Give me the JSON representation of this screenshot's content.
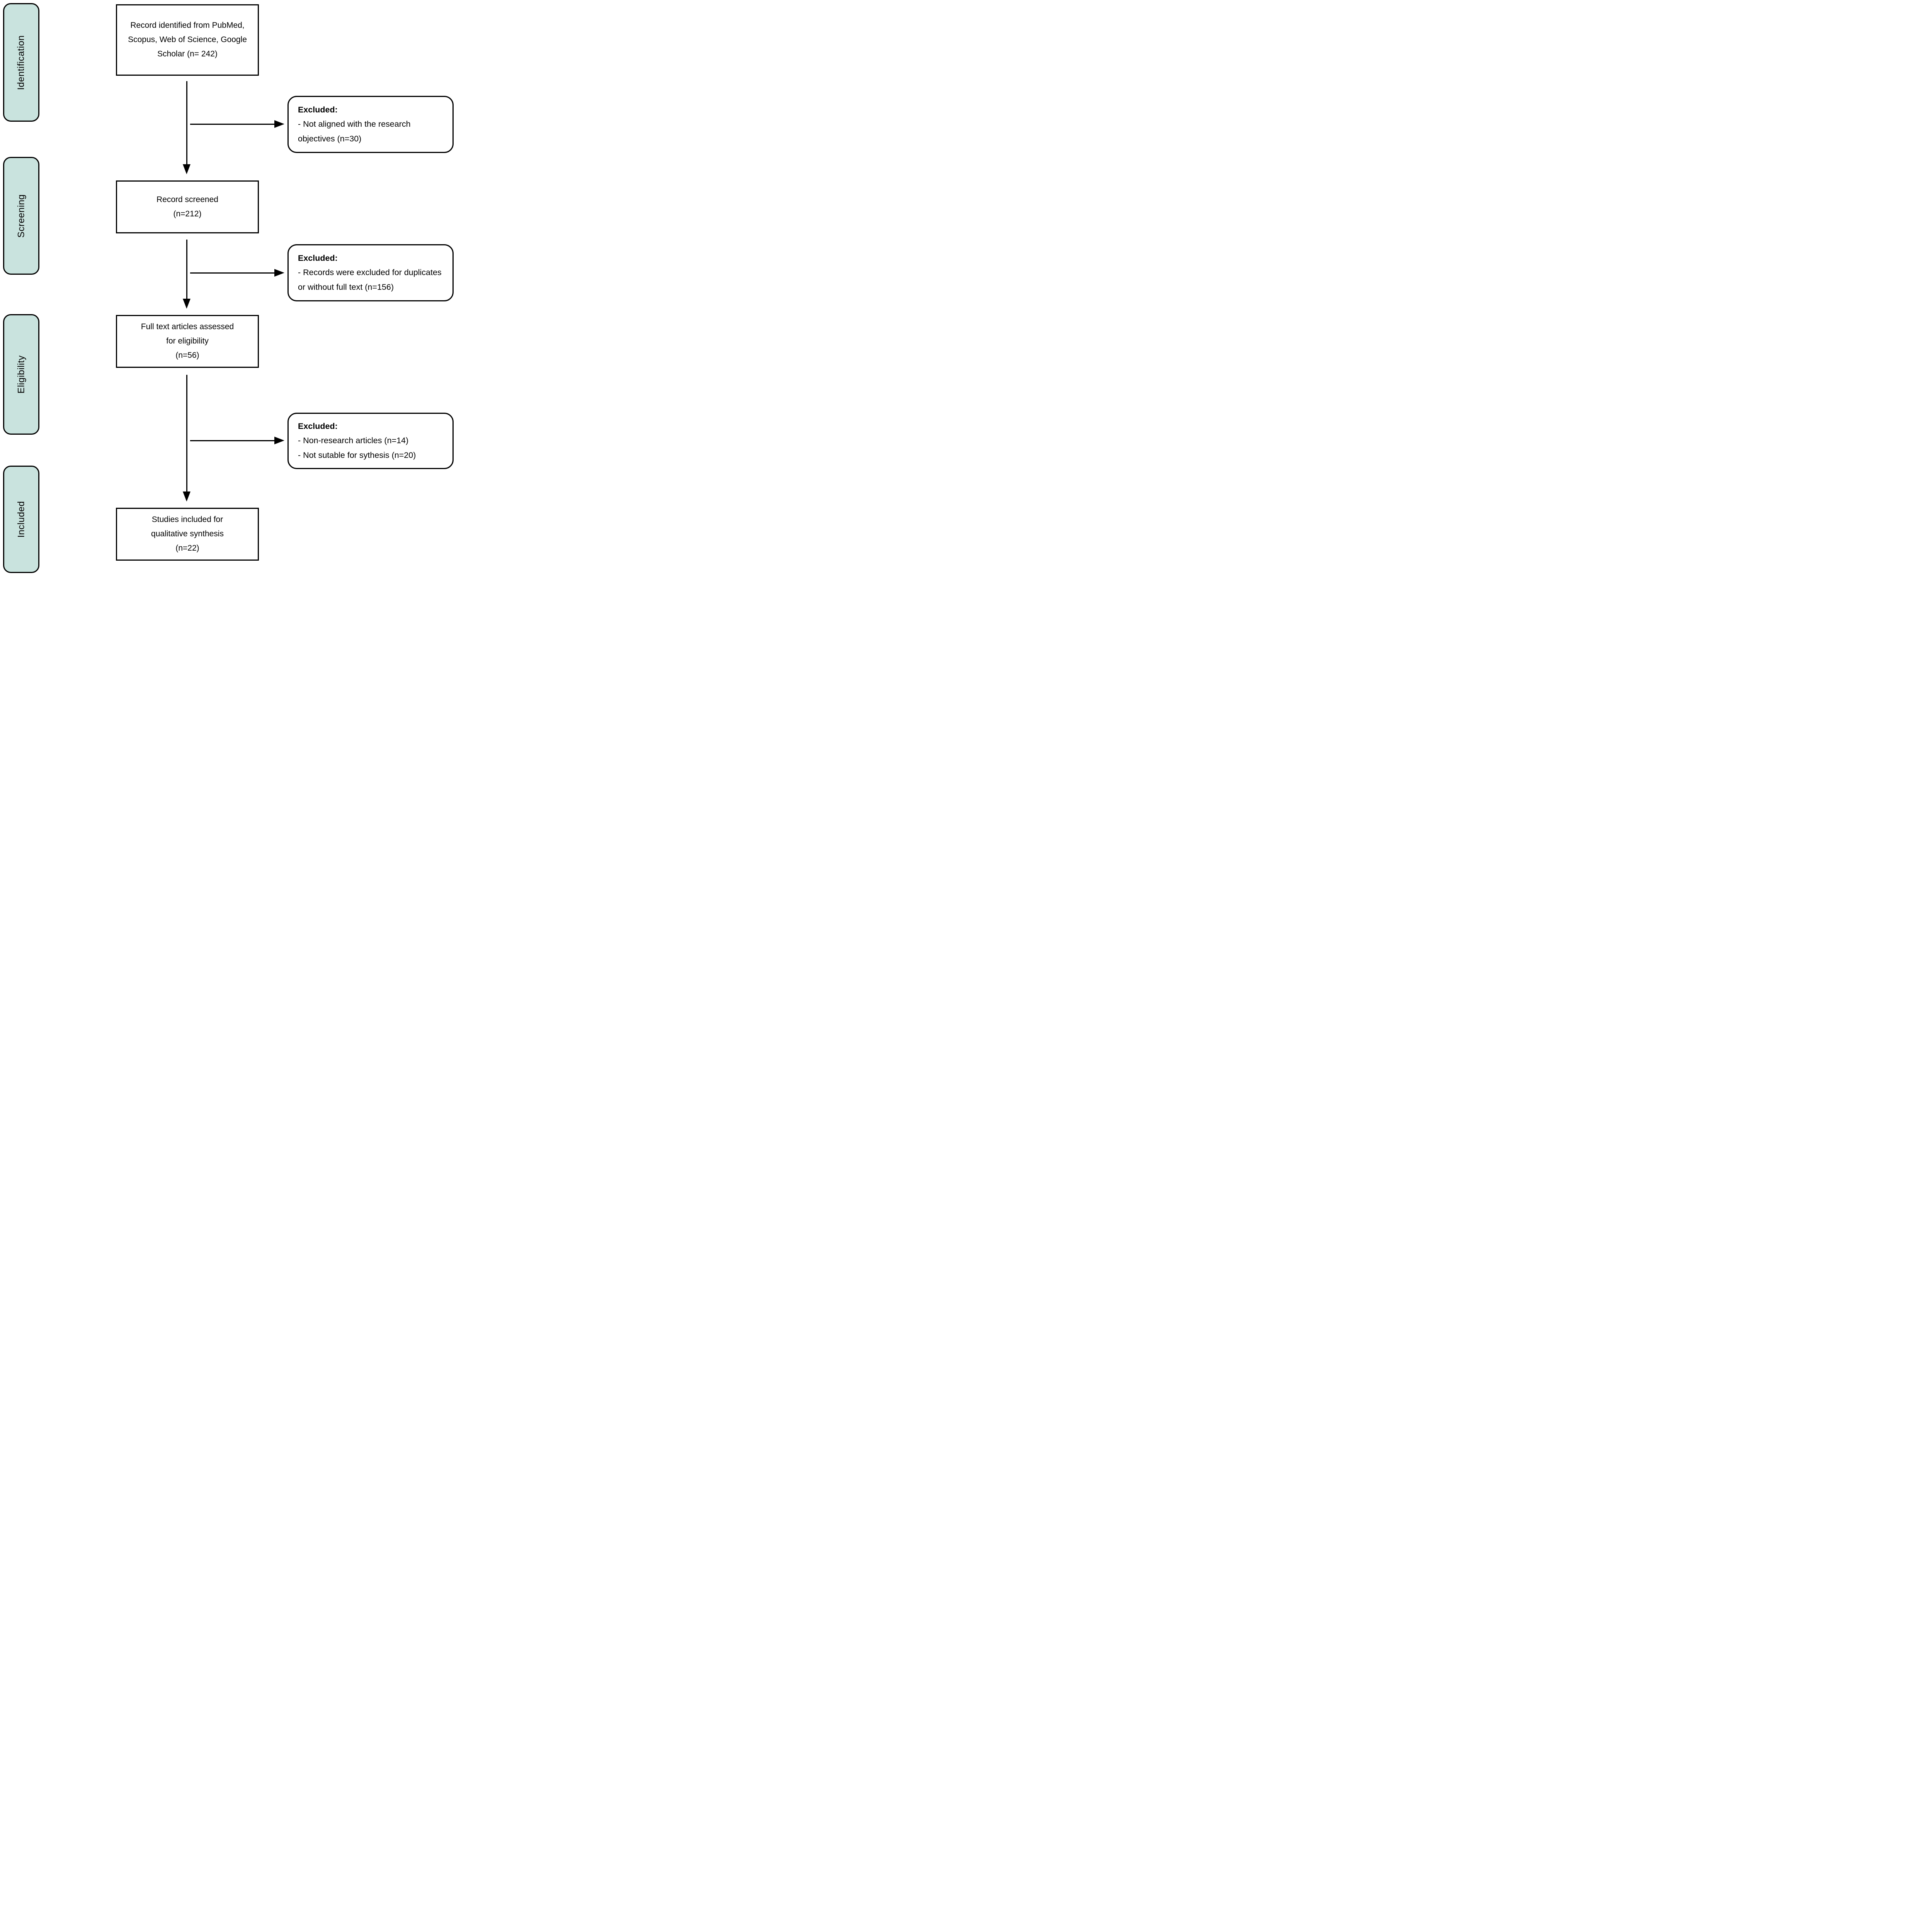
{
  "figure": {
    "type": "prisma-flow-diagram",
    "colors": {
      "stage_fill": "#c9e3de",
      "line_and_border": "#000000",
      "background": "#ffffff"
    },
    "stage_labels": [
      {
        "label": "Identification"
      },
      {
        "label": "Screening"
      },
      {
        "label": "Eligibility"
      },
      {
        "label": "Included"
      }
    ],
    "flow_boxes": [
      {
        "text": "Record identified from PubMed,\nScopus, Web of Science, Google\nScholar (n= 242)"
      },
      {
        "text": "Record screened\n(n=212)"
      },
      {
        "text": "Full text articles assessed\nfor eligibility\n(n=56)"
      },
      {
        "text": "Studies included for\nqualitative synthesis\n(n=22)"
      }
    ],
    "excluded_boxes": [
      {
        "heading": "Excluded:",
        "items": [
          "- Not aligned with the research\nobjectives (n=30)"
        ]
      },
      {
        "heading": "Excluded:",
        "items": [
          "- Records were excluded for duplicates\nor without full text (n=156)"
        ]
      },
      {
        "heading": "Excluded:",
        "items": [
          "- Non-research articles (n=14)",
          "- Not sutable for sythesis (n=20)"
        ]
      }
    ]
  }
}
